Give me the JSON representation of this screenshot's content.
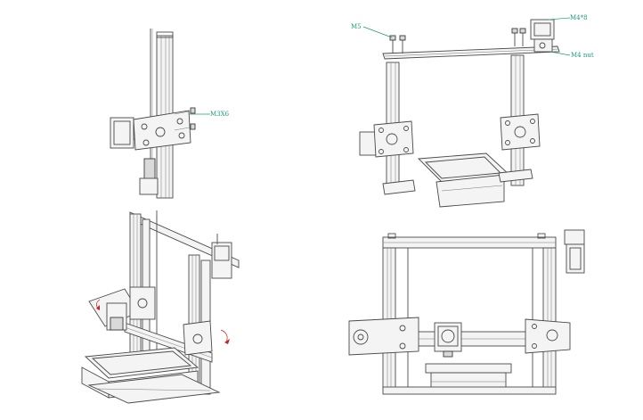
{
  "colors": {
    "callout": "#1a9c78",
    "callout_red": "#d02020",
    "line": "#4a4a4a"
  },
  "labels": {
    "m3x6": "M3X6",
    "m5": "M5",
    "m4x8": "M4*8",
    "m4_nut": "M4 nut"
  }
}
